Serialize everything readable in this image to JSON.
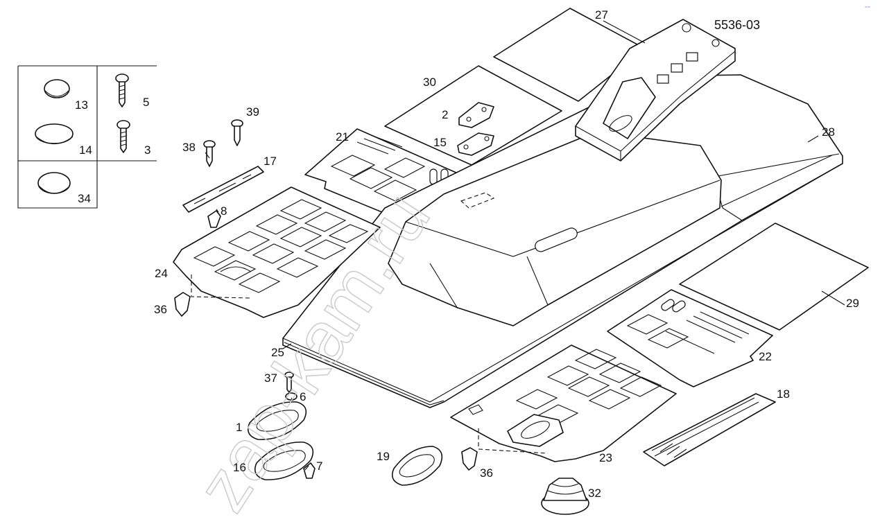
{
  "diagram": {
    "code": "5536-03",
    "watermark": "zap-kam.ru",
    "corner_mark": "--",
    "callouts": {
      "c1": "1",
      "c2": "2",
      "c3": "3",
      "c5": "5",
      "c6": "6",
      "c7": "7",
      "c8": "8",
      "c13": "13",
      "c14": "14",
      "c15": "15",
      "c16": "16",
      "c17": "17",
      "c18": "18",
      "c19": "19",
      "c21": "21",
      "c22": "22",
      "c23": "23",
      "c24": "24",
      "c25": "25",
      "c27": "27",
      "c28": "28",
      "c29": "29",
      "c30": "30",
      "c32": "32",
      "c34": "34",
      "c36a": "36",
      "c36b": "36",
      "c37": "37",
      "c38": "38",
      "c39": "39"
    }
  }
}
